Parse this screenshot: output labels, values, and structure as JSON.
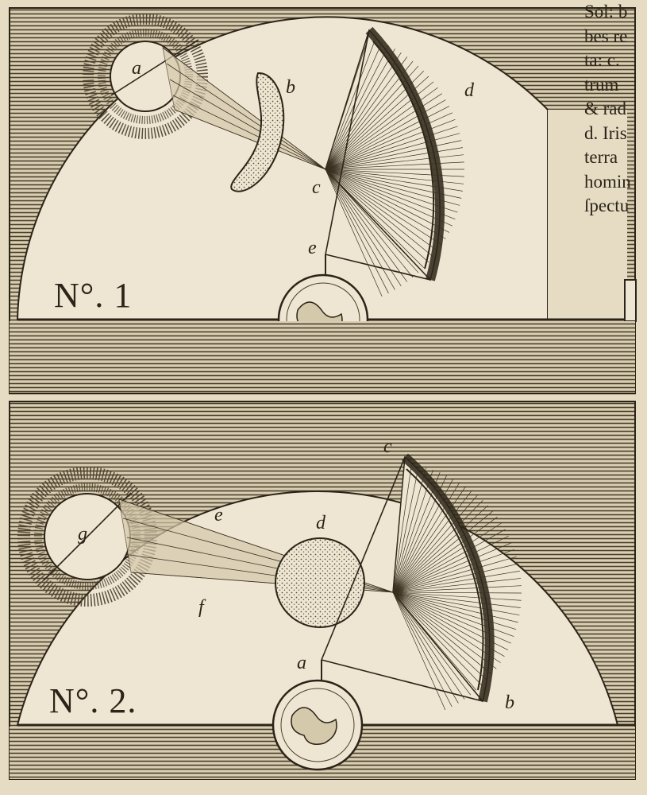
{
  "page_text": {
    "lines": [
      "Sol: b",
      "bes re",
      "ta: c.",
      "trum",
      "& rad",
      "d. Iris",
      "terra",
      "homin",
      "ſpectu"
    ]
  },
  "figure_1": {
    "number_label": "N°. 1",
    "labels": {
      "a": "a",
      "b": "b",
      "c": "c",
      "d": "d",
      "e": "e"
    }
  },
  "figure_2": {
    "number_label": "N°. 2.",
    "labels": {
      "g": "g",
      "e": "e",
      "f": "f",
      "d": "d",
      "c": "c",
      "a": "a",
      "b": "b"
    }
  },
  "colors": {
    "paper": "#e6dcc4",
    "ink": "#2b2418",
    "panel": "#eee6d2"
  }
}
